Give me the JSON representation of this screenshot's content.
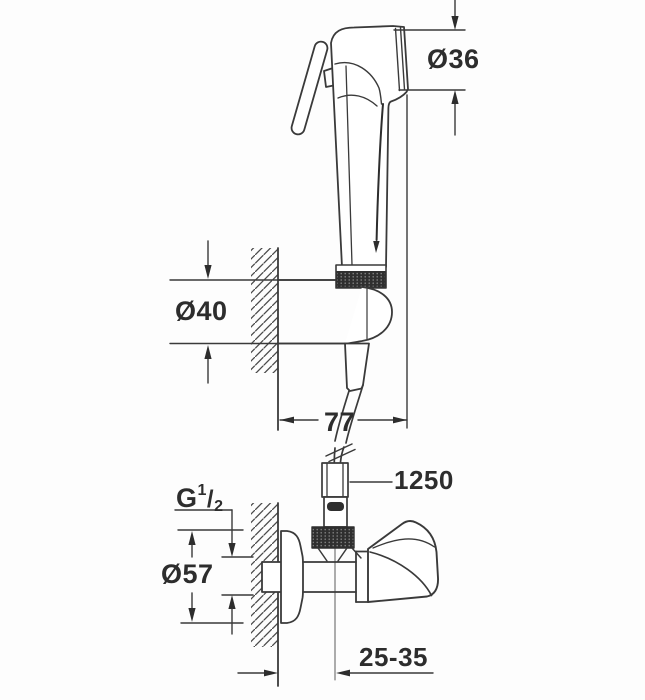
{
  "canvas": {
    "background": "#fdfdfd",
    "line_color": "#3a3a3a",
    "dark_fill": "#2f2f2f",
    "text_color": "#2d2d2d"
  },
  "dimensions": {
    "head_diameter": {
      "label": "Ø36"
    },
    "holder_diameter": {
      "label": "Ø40"
    },
    "wall_to_spray_face": {
      "label": "77"
    },
    "hose_length": {
      "label": "1250"
    },
    "thread_size": {
      "prefix": "G",
      "numerator": "1",
      "slash": "/",
      "denominator": "2"
    },
    "escutcheon_diameter": {
      "label": "Ø57"
    },
    "wall_mounting_depth": {
      "label": "25-35"
    }
  }
}
